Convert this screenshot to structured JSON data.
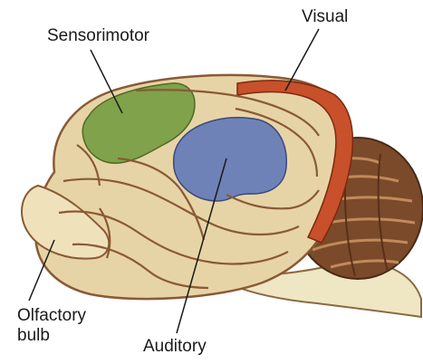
{
  "labels": {
    "sensorimotor": "Sensorimotor",
    "visual": "Visual",
    "olfactory_line1": "Olfactory",
    "olfactory_line2": "bulb",
    "auditory": "Auditory"
  },
  "colors": {
    "sensorimotor_region": "#7fa24a",
    "visual_region": "#c8502a",
    "auditory_region": "#6f82b8",
    "cortex": "#e7d4a6",
    "sulcus": "#8a5a35",
    "cerebellum": "#7a4a2a",
    "brainstem": "#efe6c4"
  }
}
